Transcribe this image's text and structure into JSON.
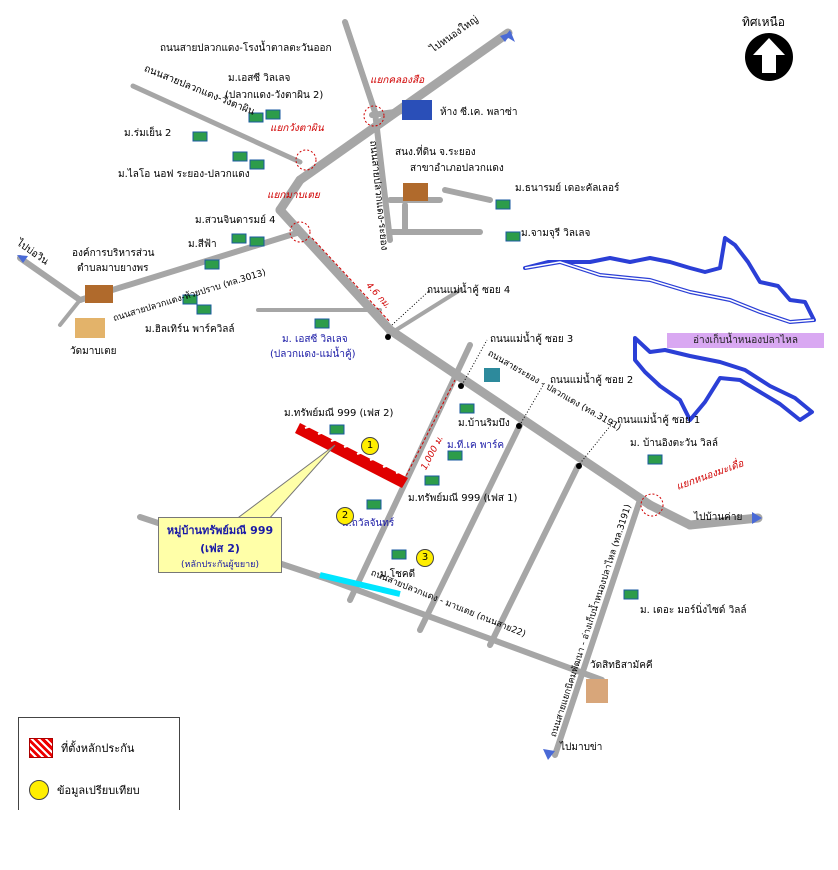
{
  "compass": {
    "label": "ทิศเหนือ",
    "icon": "north-arrow-icon"
  },
  "roads": {
    "r1": "ถนนสายปลวกแดง-โรงน้ำตาลตะวันออก",
    "r2": "ถนนสายปลวกแดง-วังตาผิน",
    "r3": "ถนนสายปลวกแดง-ห้วยปราบ (ทล.3013)",
    "r4": "ถนนสายปลวกแดง-ระยอง",
    "r5": "ถนนสายระยอง - ปลวกแดง (ทล.3191)",
    "r6": "ถนนสายปลวกแดง - มาบเตย (ถนนสาย22)",
    "r7": "ถนนสายแยกนิคมพัฒนา - อ่างเก็บน้ำหนองปลาไหล (ทล.3191)",
    "soi4": "ถนนแม่น้ำคู้ ซอย 4",
    "soi3": "ถนนแม่น้ำคู้ ซอย 3",
    "soi2": "ถนนแม่น้ำคู้ ซอย 2",
    "soi1": "ถนนแม่น้ำคู้ ซอย 1"
  },
  "directions": {
    "nongyai": "ไปหนองใหญ่",
    "bowin": "ไปบ่อวิน",
    "bankhai": "ไปบ้านค่าย",
    "maptaphut": "ไปมาบข่า"
  },
  "intersections": {
    "klongsua": "แยกคลองสือ",
    "wangtaphin": "แยกวังตาผิน",
    "maptoey": "แยกมาบเตย",
    "nongmadue": "แยกหนองมะเดื่อ"
  },
  "places": {
    "sc1": "ม.เอสซี วิลเลจ",
    "sc1b": "(ปลวกแดง-วังตาผิน 2)",
    "bigc": "ห้าง ซี.เค. พลาซ่า",
    "landoffice": "สนง.ที่ดิน จ.ระยอง",
    "landoffice2": "สาขาอำเภอปลวกแดง",
    "romyen": "ม.ร่มเย็น 2",
    "lio": "ม.ไลโอ นอฟ ระยอง-ปลวกแดง",
    "thanarom": "ม.ธนารมย์ เดอะคัลเลอร์",
    "jampa": "ม.จามจุรี วิลเลจ",
    "suan": "ม.สวนจินดารมย์ 4",
    "sifa": "ม.สีฟ้า",
    "orgadmin": "องค์การบริหารส่วน",
    "orgadmin2": "ตำบลมาบยางพร",
    "hill": "ม.ฮิลเทิร์น พาร์ควิลล์",
    "temple1": "วัดมาบเตย",
    "sc2": "ม. เอสซี วิลเลจ",
    "sc2b": "(ปลวกแดง-แม่น้ำคู้)",
    "sap999p2": "ม.ทรัพย์มณี 999 (เฟส 2)",
    "banrimbueng": "ม.บ้านริมบึง",
    "tk": "ม.ที.เค พาร์ค",
    "sap999p1": "ม.ทรัพย์มณี 999 (เฟส 1)",
    "kwanjan": "ม.ถวัลจันทร์",
    "chokdee": "ม.โชคดี",
    "baningtawan": "ม. บ้านอิงตะวัน วิลล์",
    "morning": "ม. เดอะ มอร์นิ่งไซด์ วิลล์",
    "temple2": "วัดสิทธิสามัคคี",
    "reservoir": "อ่างเก็บน้ำหนองปลาไหล"
  },
  "distances": {
    "d1": "4.6 กม.",
    "d2": "1,000 ม."
  },
  "callout": {
    "line1": "หมู่บ้านทรัพย์มณี 999",
    "line2": "(เฟส 2)",
    "line3": "(หลักประกันผู้ขยาย)"
  },
  "markers": {
    "m1": "1",
    "m2": "2",
    "m3": "3"
  },
  "legend": {
    "collateral": "ที่ตั้งหลักประกัน",
    "comparable": "ข้อมูลเปรียบเทียบ"
  },
  "colors": {
    "road": "#a6a6a6",
    "reservoir_outline": "#2b3fd6",
    "collateral": "#e00000",
    "marker": "#ffee00",
    "red_label": "#d00000",
    "cyan_strip": "#00e5ff"
  }
}
